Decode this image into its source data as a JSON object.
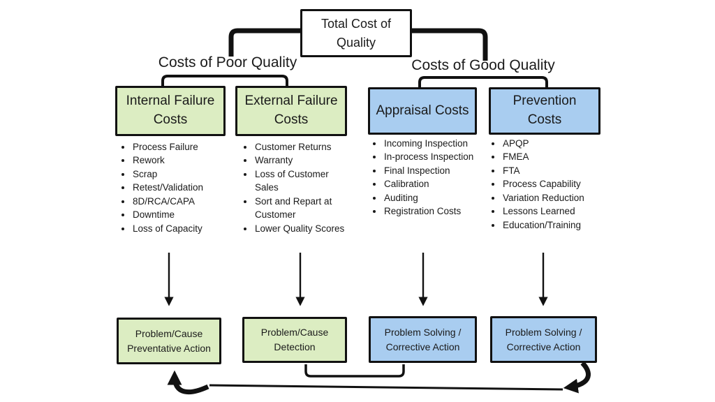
{
  "diagram": {
    "title": "Total Cost of Quality",
    "branch_poor": {
      "label": "Costs of Poor Quality"
    },
    "branch_good": {
      "label": "Costs of Good Quality"
    },
    "colors": {
      "poor_fill": "#dcedc2",
      "good_fill": "#a9cdf0",
      "title_fill": "#ffffff",
      "line": "#111111"
    },
    "columns": [
      {
        "header": "Internal Failure Costs",
        "items": [
          "Process Failure",
          "Rework",
          "Scrap",
          "Retest/Validation",
          "8D/RCA/CAPA",
          "Downtime",
          "Loss of Capacity"
        ],
        "footer": "Problem/Cause Preventative Action"
      },
      {
        "header": "External Failure Costs",
        "items": [
          "Customer Returns",
          "Warranty",
          "Loss of Customer Sales",
          "Sort and Repart at Customer",
          "Lower Quality Scores"
        ],
        "footer": "Problem/Cause Detection"
      },
      {
        "header": "Appraisal Costs",
        "items": [
          "Incoming Inspection",
          "In-process Inspection",
          "Final Inspection",
          "Calibration",
          "Auditing",
          "Registration Costs"
        ],
        "footer": "Problem Solving / Corrective Action"
      },
      {
        "header": "Prevention Costs",
        "items": [
          "APQP",
          "FMEA",
          "FTA",
          "Process Capability",
          "Variation Reduction",
          "Lessons Learned",
          "Education/Training"
        ],
        "footer": "Problem Solving / Corrective Action"
      }
    ]
  }
}
